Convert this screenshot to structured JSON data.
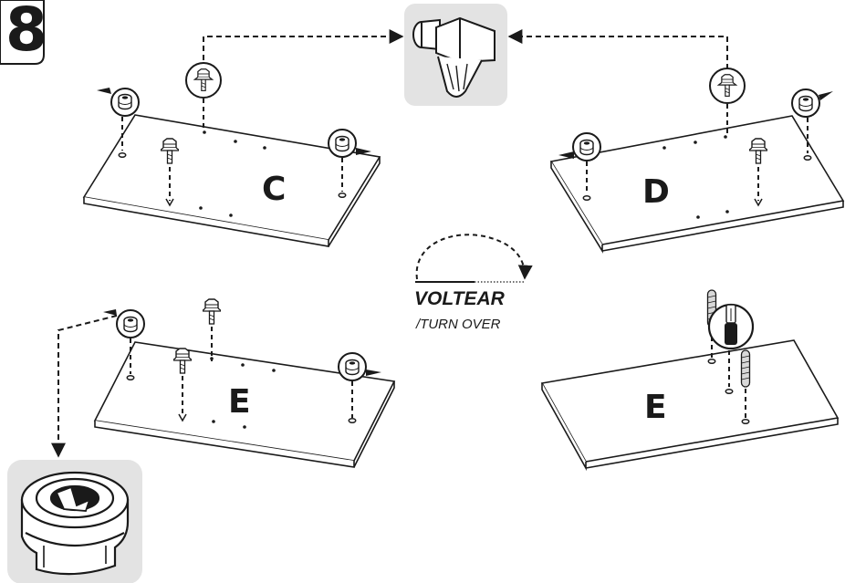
{
  "step": {
    "number": "8"
  },
  "panels": {
    "top_left": {
      "label": "C"
    },
    "top_right": {
      "label": "D"
    },
    "bottom_left": {
      "label": "E"
    },
    "bottom_right": {
      "label": "E"
    }
  },
  "turn_over": {
    "primary": "VOLTEAR",
    "secondary": "/TURN OVER"
  },
  "colors": {
    "line": "#1a1a1a",
    "callout_bg": "#e3e3e3",
    "panel_fill": "#ffffff"
  },
  "icons": {
    "cam_bolt": "cam-bolt-icon",
    "cam_lock": "cam-lock-icon",
    "wood_dowel": "wooden-dowel-icon",
    "screwdriver": "screwdriver-icon"
  }
}
